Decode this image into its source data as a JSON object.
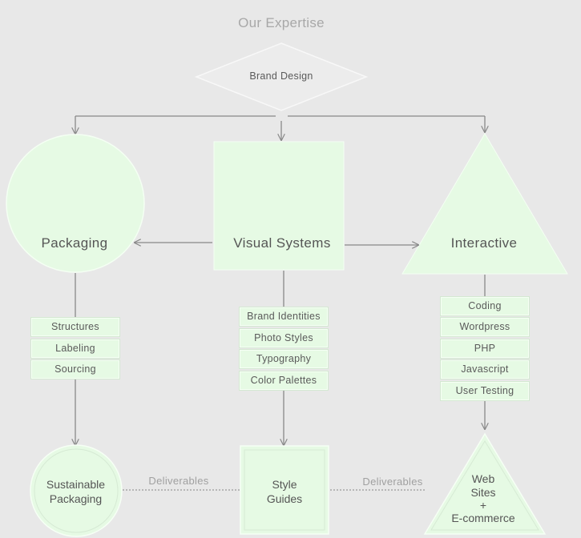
{
  "title": "Our Expertise",
  "colors": {
    "background": "#e8e8e8",
    "shape_fill": "#e6fae4",
    "line": "#888888",
    "text": "#555555",
    "muted_text": "#a8a8a8"
  },
  "nodes": {
    "brand_design": "Brand Design",
    "packaging": "Packaging",
    "visual_systems": "Visual Systems",
    "interactive": "Interactive",
    "sustainable_packaging": "Sustainable Packaging",
    "style_guides": "Style Guides",
    "web_sites_line1": "Web",
    "web_sites_line2": "Sites",
    "web_sites_line3": "+",
    "web_sites_line4": "E-commerce"
  },
  "lists": {
    "packaging": [
      "Structures",
      "Labeling",
      "Sourcing"
    ],
    "visual_systems": [
      "Brand Identities",
      "Photo Styles",
      "Typography",
      "Color Palettes"
    ],
    "interactive": [
      "Coding",
      "Wordpress",
      "PHP",
      "Javascript",
      "User Testing"
    ]
  },
  "connectors": {
    "left_label": "Deliverables",
    "right_label": "Deliverables"
  }
}
